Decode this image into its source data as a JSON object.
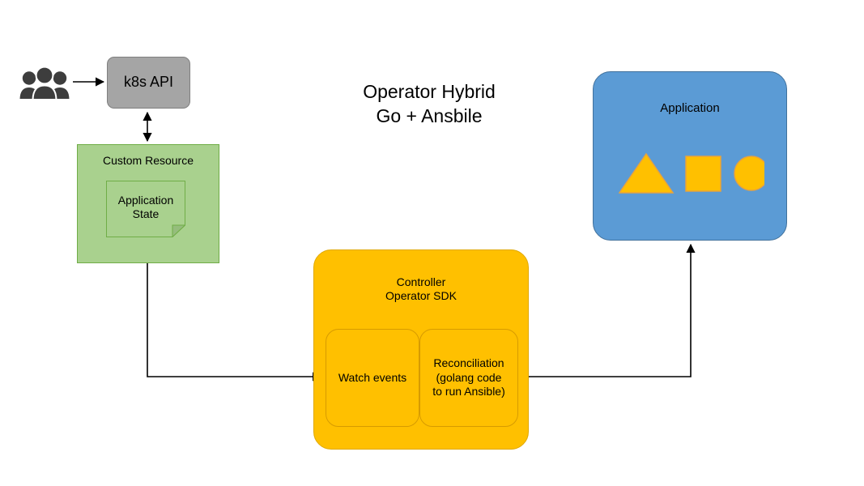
{
  "diagram": {
    "title_line1": "Operator  Hybrid",
    "title_line2": "Go + Ansbile",
    "nodes": {
      "users": {
        "icon": "users-group-icon",
        "label": ""
      },
      "k8s_api": {
        "label": "k8s API",
        "fill": "#a5a5a5",
        "stroke": "#7f7f7f"
      },
      "custom_resource": {
        "label": "Custom Resource",
        "fill": "#a9d18e",
        "stroke": "#70ad47"
      },
      "application_state": {
        "label_line1": "Application",
        "label_line2": "State",
        "shape": "document-folded-corner",
        "fill": "#a9d18e",
        "stroke": "#70ad47"
      },
      "controller": {
        "label_line1": "Controller",
        "label_line2": "Operator SDK",
        "fill": "#ffc000",
        "stroke": "#e0a800"
      },
      "watch_events": {
        "label": "Watch events",
        "fill": "#ffc000",
        "stroke": "#d79b00"
      },
      "reconciliation": {
        "label_line1": "Reconciliation",
        "label_line2": "(golang code",
        "label_line3": "to run Ansible)",
        "fill": "#ffc000",
        "stroke": "#d79b00"
      },
      "application": {
        "label": "Application",
        "fill": "#5b9bd5",
        "stroke": "#41719c"
      }
    },
    "app_shapes": [
      {
        "name": "triangle-shape",
        "fill": "#ffc000",
        "stroke": "#e8a33d"
      },
      {
        "name": "square-shape",
        "fill": "#ffc000",
        "stroke": "#e8a33d"
      },
      {
        "name": "circle-shape",
        "fill": "#ffc000",
        "stroke": "#e8a33d"
      }
    ],
    "edges": [
      {
        "name": "users-to-k8s-api",
        "from": "users",
        "to": "k8s_api",
        "arrow": "single"
      },
      {
        "name": "k8s-api-to-custom-resource",
        "from": "k8s_api",
        "to": "custom_resource",
        "arrow": "double"
      },
      {
        "name": "custom-resource-to-watch-events",
        "from": "custom_resource",
        "to": "watch_events",
        "arrow": "single"
      },
      {
        "name": "reconciliation-to-application",
        "from": "reconciliation",
        "to": "application",
        "arrow": "single"
      }
    ],
    "edge_color": "#000000"
  }
}
